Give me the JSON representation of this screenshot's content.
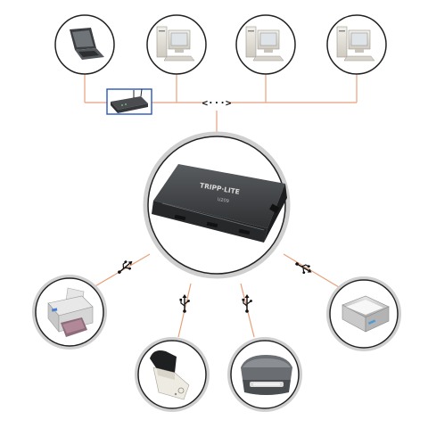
{
  "hub": {
    "brand_text": "TRIPP·LITE",
    "model_text": "U209"
  },
  "network_symbol": "<···>",
  "colors": {
    "connector": "#e8a07a",
    "circle_stroke": "#222222",
    "device_body": "#3a3c3e"
  },
  "nodes": {
    "top": [
      "laptop",
      "desktop-computer",
      "desktop-computer",
      "desktop-computer"
    ],
    "bottom": [
      "inkjet-printer",
      "label-printer",
      "external-drive",
      "flatbed-scanner"
    ]
  }
}
